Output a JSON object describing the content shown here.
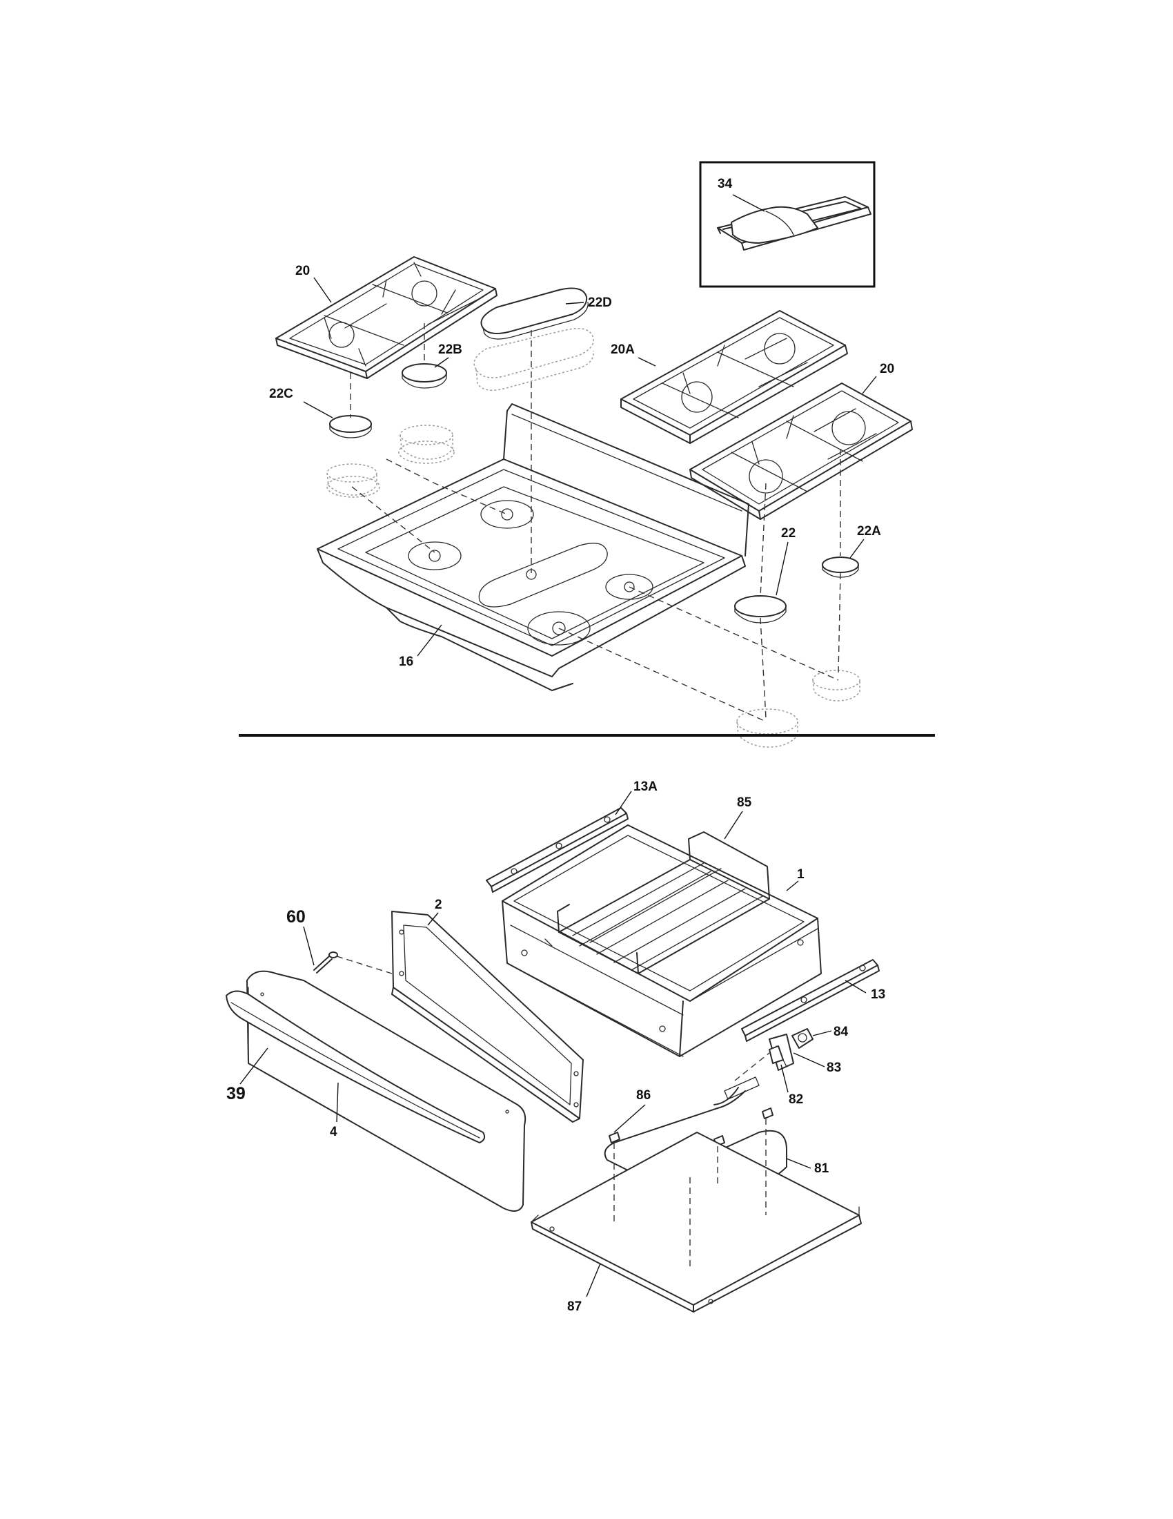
{
  "labels": {
    "p34": "34",
    "p20_left": "20",
    "p22D": "22D",
    "p22B": "22B",
    "p22C": "22C",
    "p20A": "20A",
    "p20_right": "20",
    "p22": "22",
    "p22A": "22A",
    "p16": "16",
    "p13A": "13A",
    "p85": "85",
    "p1": "1",
    "p2": "2",
    "p60": "60",
    "p13": "13",
    "p84": "84",
    "p83": "83",
    "p82": "82",
    "p39": "39",
    "p86": "86",
    "p4": "4",
    "p81": "81",
    "p87": "87"
  }
}
